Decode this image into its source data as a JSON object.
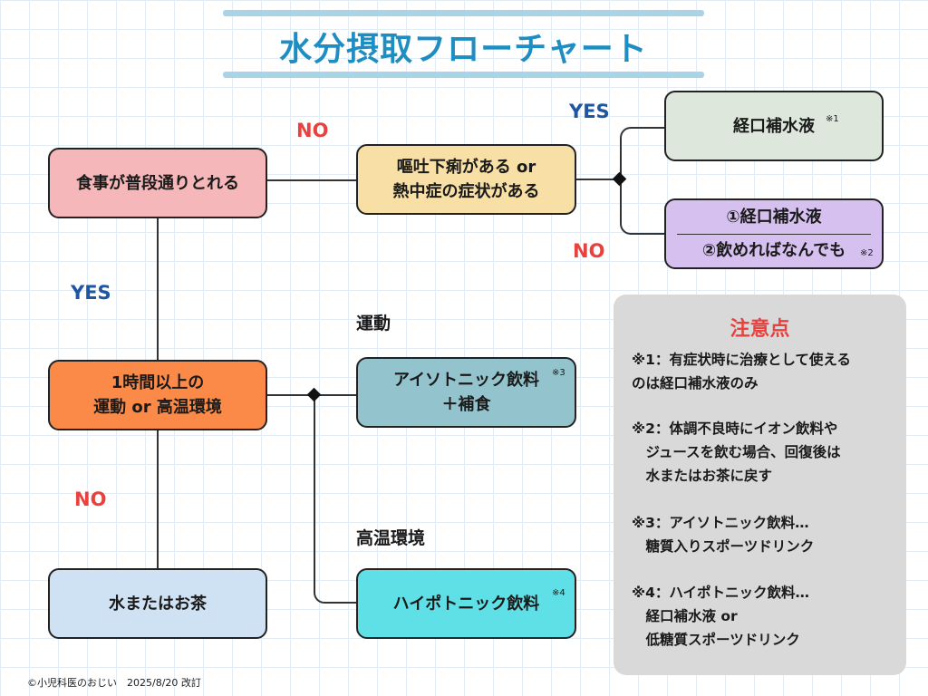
{
  "title": "水分摂取フローチャート",
  "boxes": {
    "meal": "食事が普段通りとれる",
    "vomit_line1": "嘔吐下痢がある or",
    "vomit_line2": "熱中症の症状がある",
    "ors": "経口補水液",
    "ors_note": "※1",
    "alt_line1": "①経口補水液",
    "alt_line2": "②飲めればなんでも",
    "alt_note": "※2",
    "exercise_line1": "1時間以上の",
    "exercise_line2": "運動 or 高温環境",
    "iso_line1": "アイソトニック飲料",
    "iso_line2": "＋補食",
    "iso_note": "※3",
    "hypo": "ハイポトニック飲料",
    "hypo_note": "※4",
    "water": "水またはお茶"
  },
  "labels": {
    "no_top": "NO",
    "yes_top": "YES",
    "no_right": "NO",
    "yes_left": "YES",
    "no_left": "NO",
    "exercise": "運動",
    "heat": "高温環境"
  },
  "notes": {
    "title": "注意点",
    "lines": [
      "※1：有症状時に治療として使える",
      "のは経口補水液のみ",
      "※2：体調不良時にイオン飲料や",
      "　ジュースを飲む場合、回復後は",
      "　水またはお茶に戻す",
      "※3：アイソトニック飲料…",
      "　糖質入りスポーツドリンク",
      "※4：ハイポトニック飲料…",
      "　経口補水液 or",
      "　低糖質スポーツドリンク"
    ]
  },
  "footer": "©小児科医のおじい　2025/8/20 改訂",
  "colors": {
    "title": "#1e8ec2",
    "yes": "#1d56a3",
    "no": "#e8413e",
    "meal": "#f5b7b9",
    "vomit": "#f8dfa6",
    "ors": "#dde7dc",
    "alt": "#d5c0f0",
    "exercise": "#fb8a48",
    "iso": "#93c3cd",
    "hypo": "#5ee0e6",
    "water": "#cfe2f3",
    "notes": "#d9d9d9"
  }
}
